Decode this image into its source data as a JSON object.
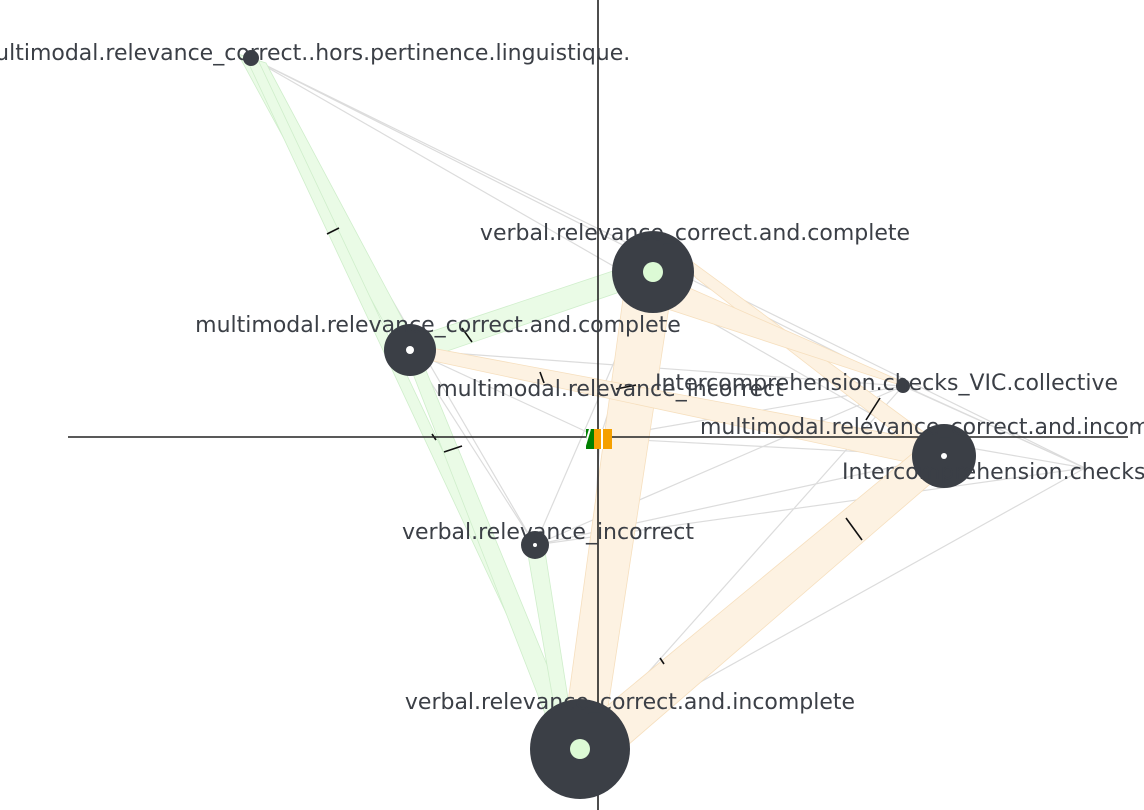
{
  "diagram": {
    "nodes": [
      {
        "id": "n1",
        "label": "multimodal.relevance_correct..hors.pertinence.linguistique.",
        "size": "tiny"
      },
      {
        "id": "n2",
        "label": "verbal.relevance_correct.and.complete",
        "size": "large"
      },
      {
        "id": "n3",
        "label": "multimodal.relevance_correct.and.complete",
        "size": "medium"
      },
      {
        "id": "n4",
        "label": "multimodal.relevance_incorrect",
        "size": "point"
      },
      {
        "id": "n5",
        "label": "Intercomprehension.checks_VIC.collective",
        "size": "tiny"
      },
      {
        "id": "n6",
        "label": "multimodal.relevance_correct.and.incomplete",
        "size": "medium"
      },
      {
        "id": "n7",
        "label": "Intercomprehension.checks",
        "size": "point"
      },
      {
        "id": "n8",
        "label": "verbal.relevance_incorrect",
        "size": "small"
      },
      {
        "id": "n9",
        "label": "verbal.relevance_correct.and.incomplete",
        "size": "xlarge"
      }
    ],
    "colors": {
      "node": "#3b3f46",
      "green_edge": "#e9fbe4",
      "orange_edge": "#fdf2e2",
      "grey_edge": "#dddddd",
      "axis": "#222222",
      "center_green": "#008000",
      "center_orange": "#f5a000",
      "center_dot": "#dcfad5"
    }
  }
}
